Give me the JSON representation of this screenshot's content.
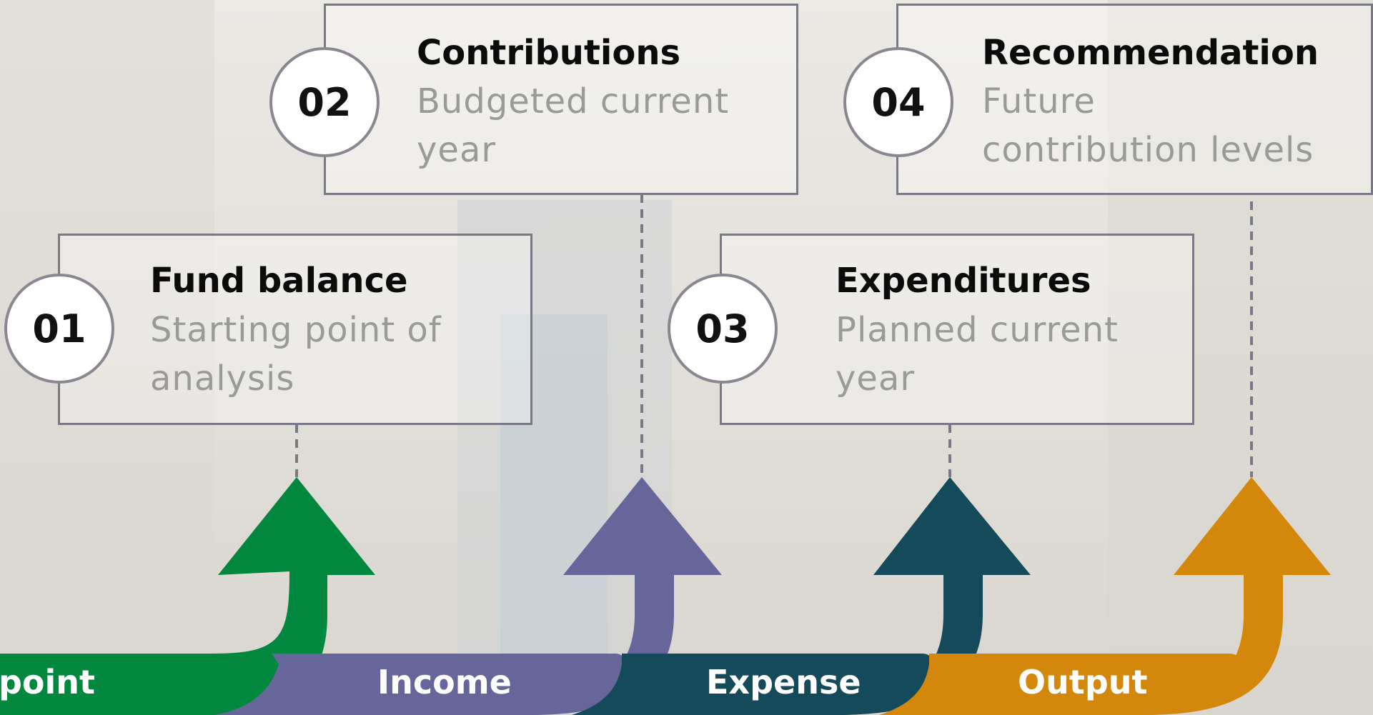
{
  "colors": {
    "green": "#02873f",
    "purple": "#67669b",
    "teal": "#144a59",
    "orange": "#d3880c",
    "box_border": "#7a7884",
    "description_text": "#9a9a9a"
  },
  "steps": [
    {
      "number": "01",
      "title": "Fund balance",
      "description": "Starting point of analysis"
    },
    {
      "number": "02",
      "title": "Contributions",
      "description": "Budgeted current year"
    },
    {
      "number": "03",
      "title": "Expenditures",
      "description": "Planned current year"
    },
    {
      "number": "04",
      "title": "Recommendation",
      "description": "Future contribution levels"
    }
  ],
  "flow_labels": [
    "point",
    "Income",
    "Expense",
    "Output"
  ]
}
